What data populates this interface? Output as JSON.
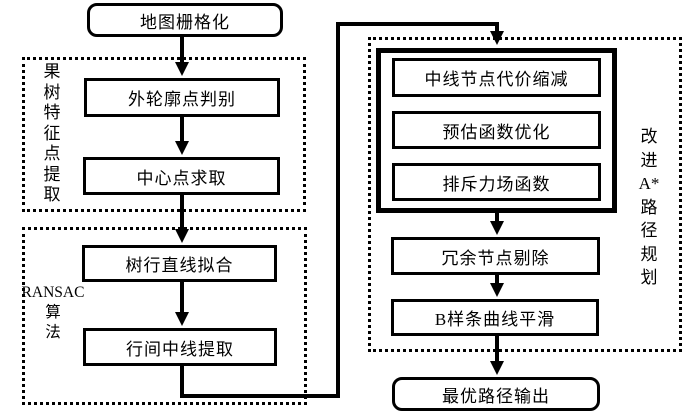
{
  "nodes": {
    "map_raster": "地图栅格化",
    "contour": "外轮廓点判别",
    "center_point": "中心点求取",
    "line_fit": "树行直线拟合",
    "midline": "行间中线提取",
    "cost_reduce": "中线节点代价缩减",
    "heuristic": "预估函数优化",
    "repulsion": "排斥力场函数",
    "redundant": "冗余节点剔除",
    "bspline": "B样条曲线平滑",
    "output": "最优路径输出"
  },
  "groups": {
    "feature_extraction_label": "果\n树\n特\n征\n点\n提\n取",
    "ransac_label": "RANSAC\n算\n法",
    "astar_label": "改\n进\nA*\n路\n径\n规\n划"
  },
  "colors": {
    "line": "#000000",
    "background": "#ffffff"
  }
}
